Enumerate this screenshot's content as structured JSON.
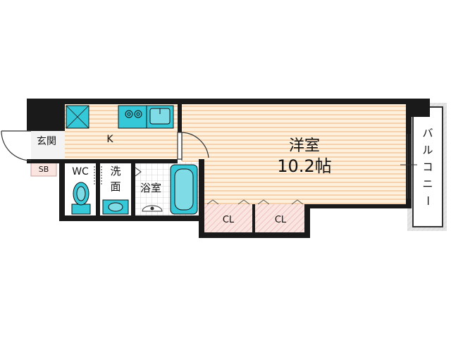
{
  "rooms": {
    "western_room": {
      "name": "洋室",
      "size": "10.2帖"
    },
    "kitchen": "K",
    "entrance": "玄関",
    "shoe_box": "SB",
    "toilet": "WC",
    "washroom_top": "洗",
    "washroom_bottom": "面",
    "bathroom": "浴室",
    "closet_1": "CL",
    "closet_2": "CL",
    "balcony": [
      "バ",
      "ル",
      "コ",
      "ニ",
      "ー"
    ]
  },
  "colors": {
    "floor_room": "#fdf0dc",
    "stripe": "#f3cfa7",
    "fixture": "#35c8d8",
    "closet": "#fbe3df",
    "closet_hatch": "#e6a9a3",
    "wall": "#1a1a1a",
    "balcony": "#d9d9d9"
  }
}
